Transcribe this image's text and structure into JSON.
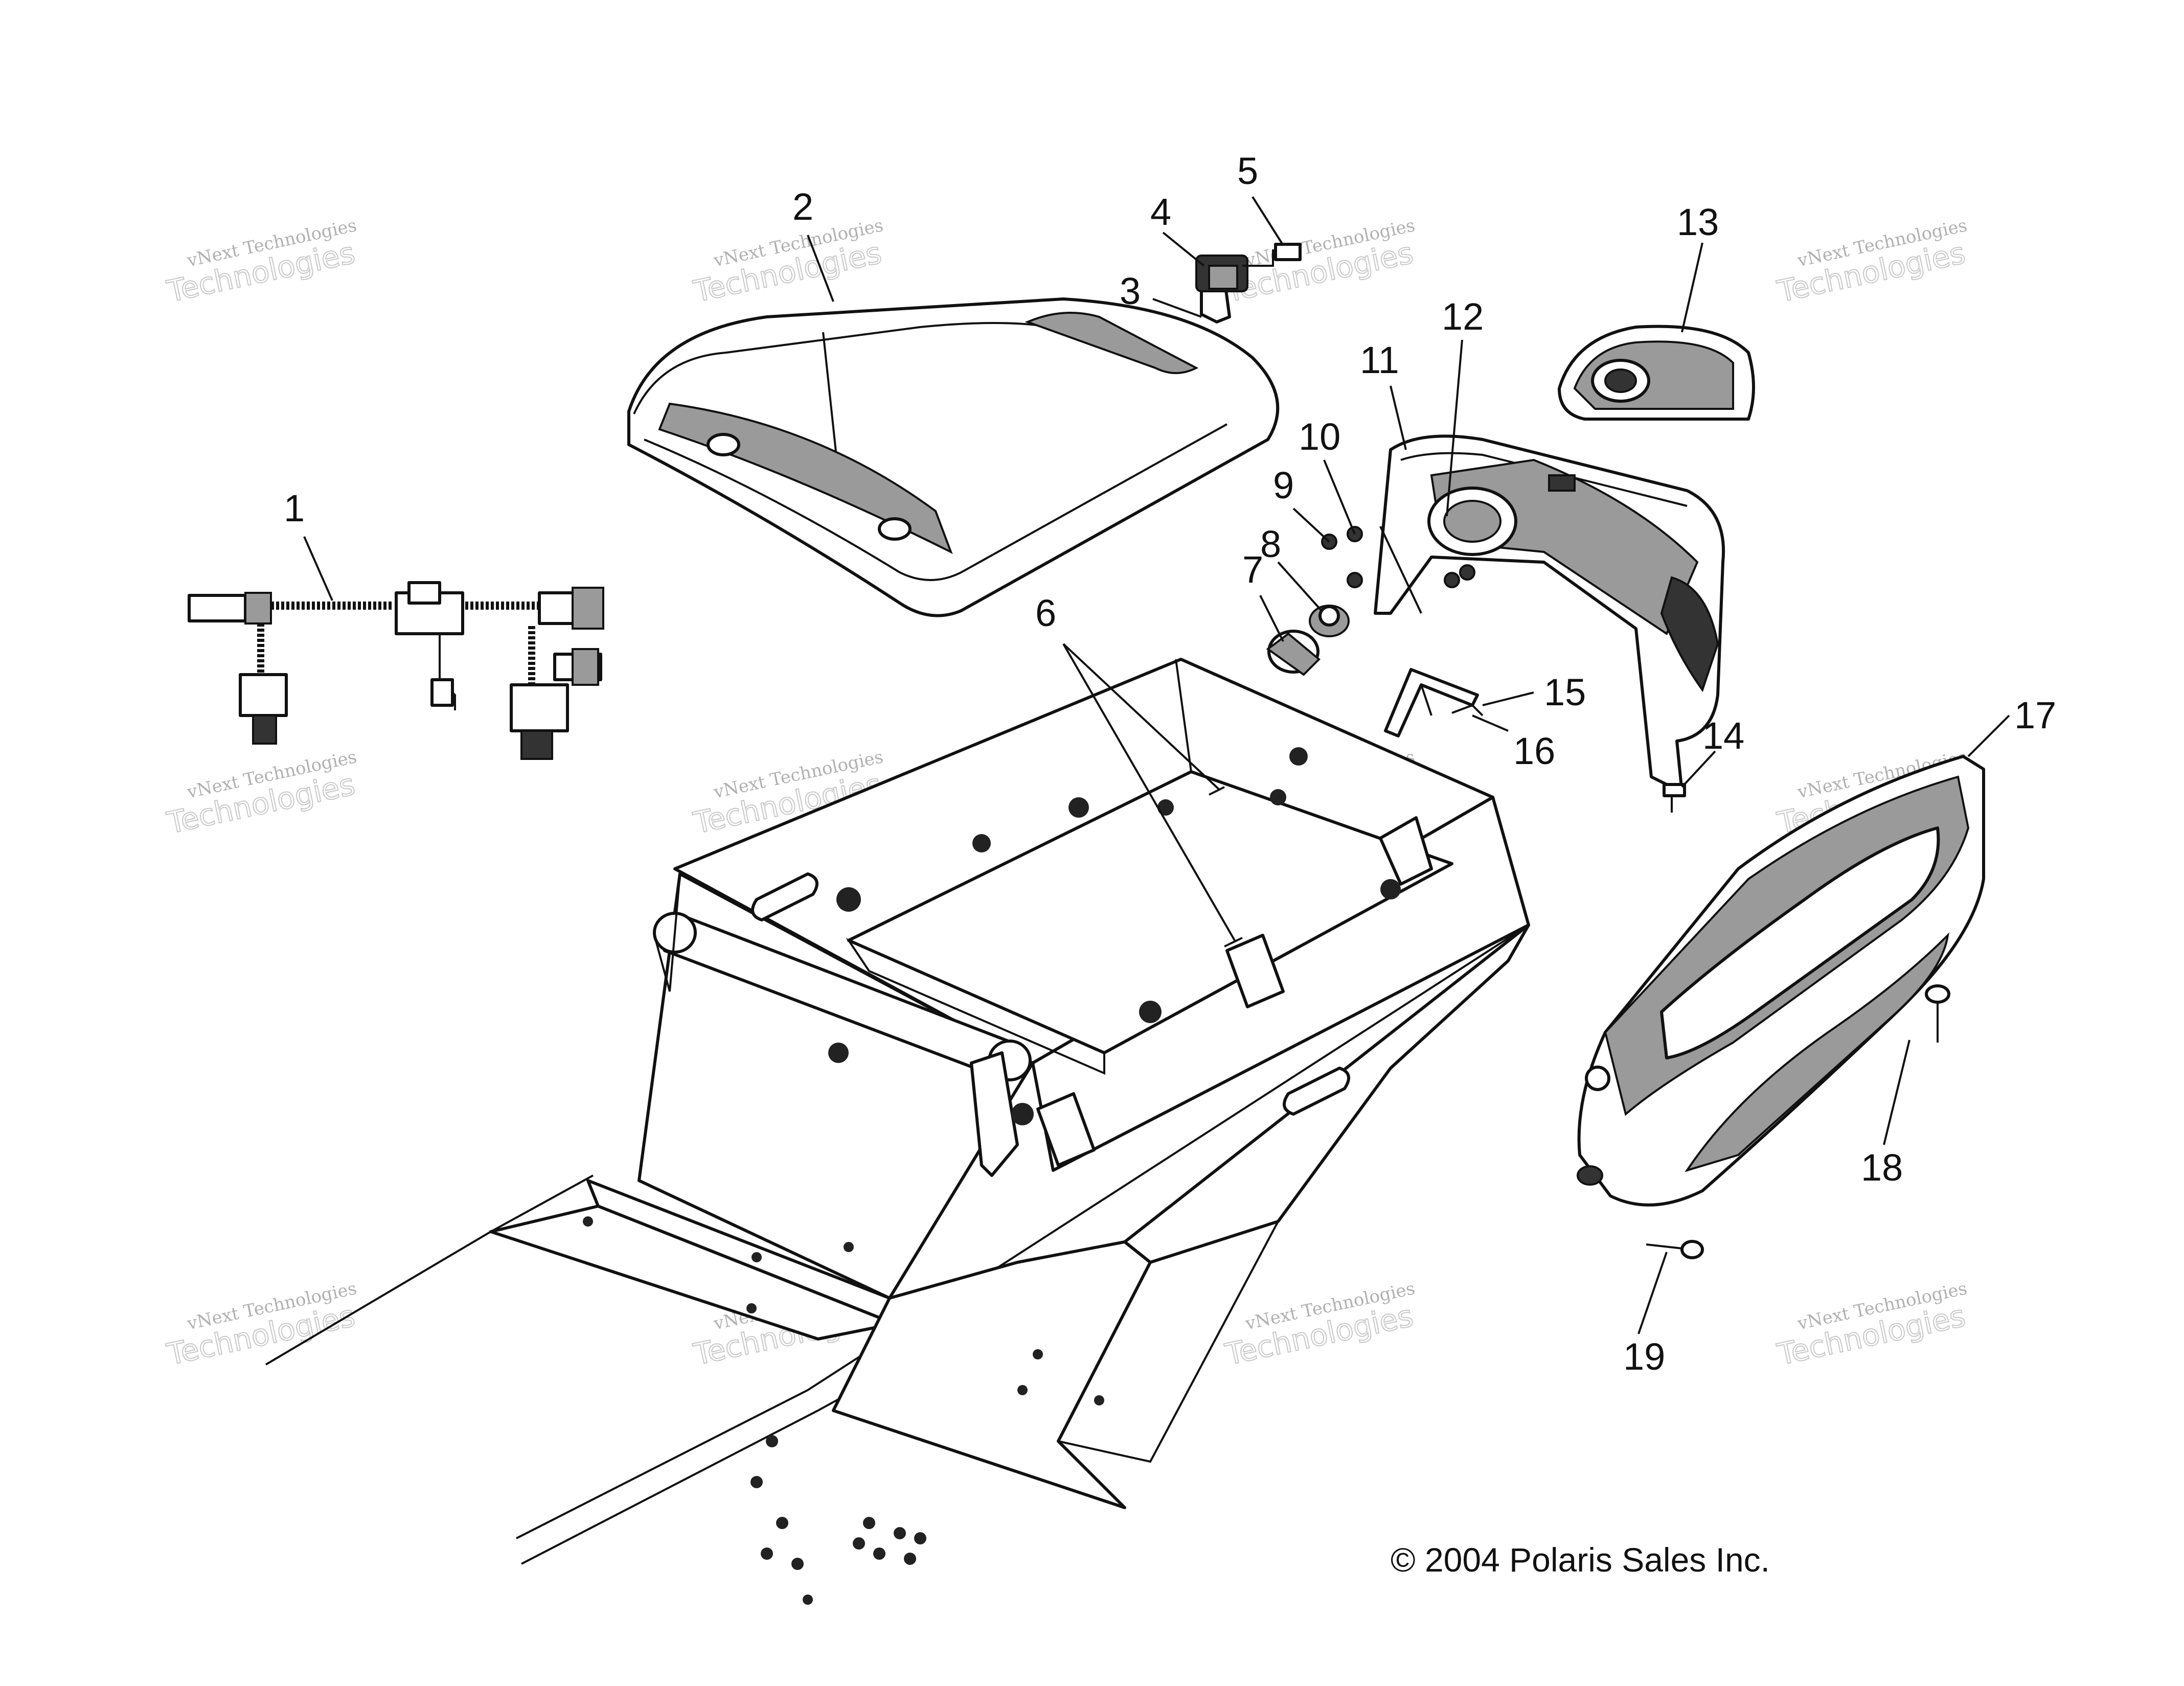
{
  "diagram": {
    "callouts": [
      {
        "id": "1",
        "label": "1"
      },
      {
        "id": "2",
        "label": "2"
      },
      {
        "id": "3",
        "label": "3"
      },
      {
        "id": "4",
        "label": "4"
      },
      {
        "id": "5",
        "label": "5"
      },
      {
        "id": "6",
        "label": "6"
      },
      {
        "id": "7",
        "label": "7"
      },
      {
        "id": "8",
        "label": "8"
      },
      {
        "id": "9",
        "label": "9"
      },
      {
        "id": "10",
        "label": "10"
      },
      {
        "id": "11",
        "label": "11"
      },
      {
        "id": "12",
        "label": "12"
      },
      {
        "id": "13",
        "label": "13"
      },
      {
        "id": "14",
        "label": "14"
      },
      {
        "id": "15",
        "label": "15"
      },
      {
        "id": "16",
        "label": "16"
      },
      {
        "id": "17",
        "label": "17"
      },
      {
        "id": "18",
        "label": "18"
      },
      {
        "id": "19",
        "label": "19"
      }
    ],
    "copyright": "© 2004 Polaris Sales Inc.",
    "watermark": {
      "line1": "vNext Technologies",
      "line2": "Technologies"
    }
  }
}
